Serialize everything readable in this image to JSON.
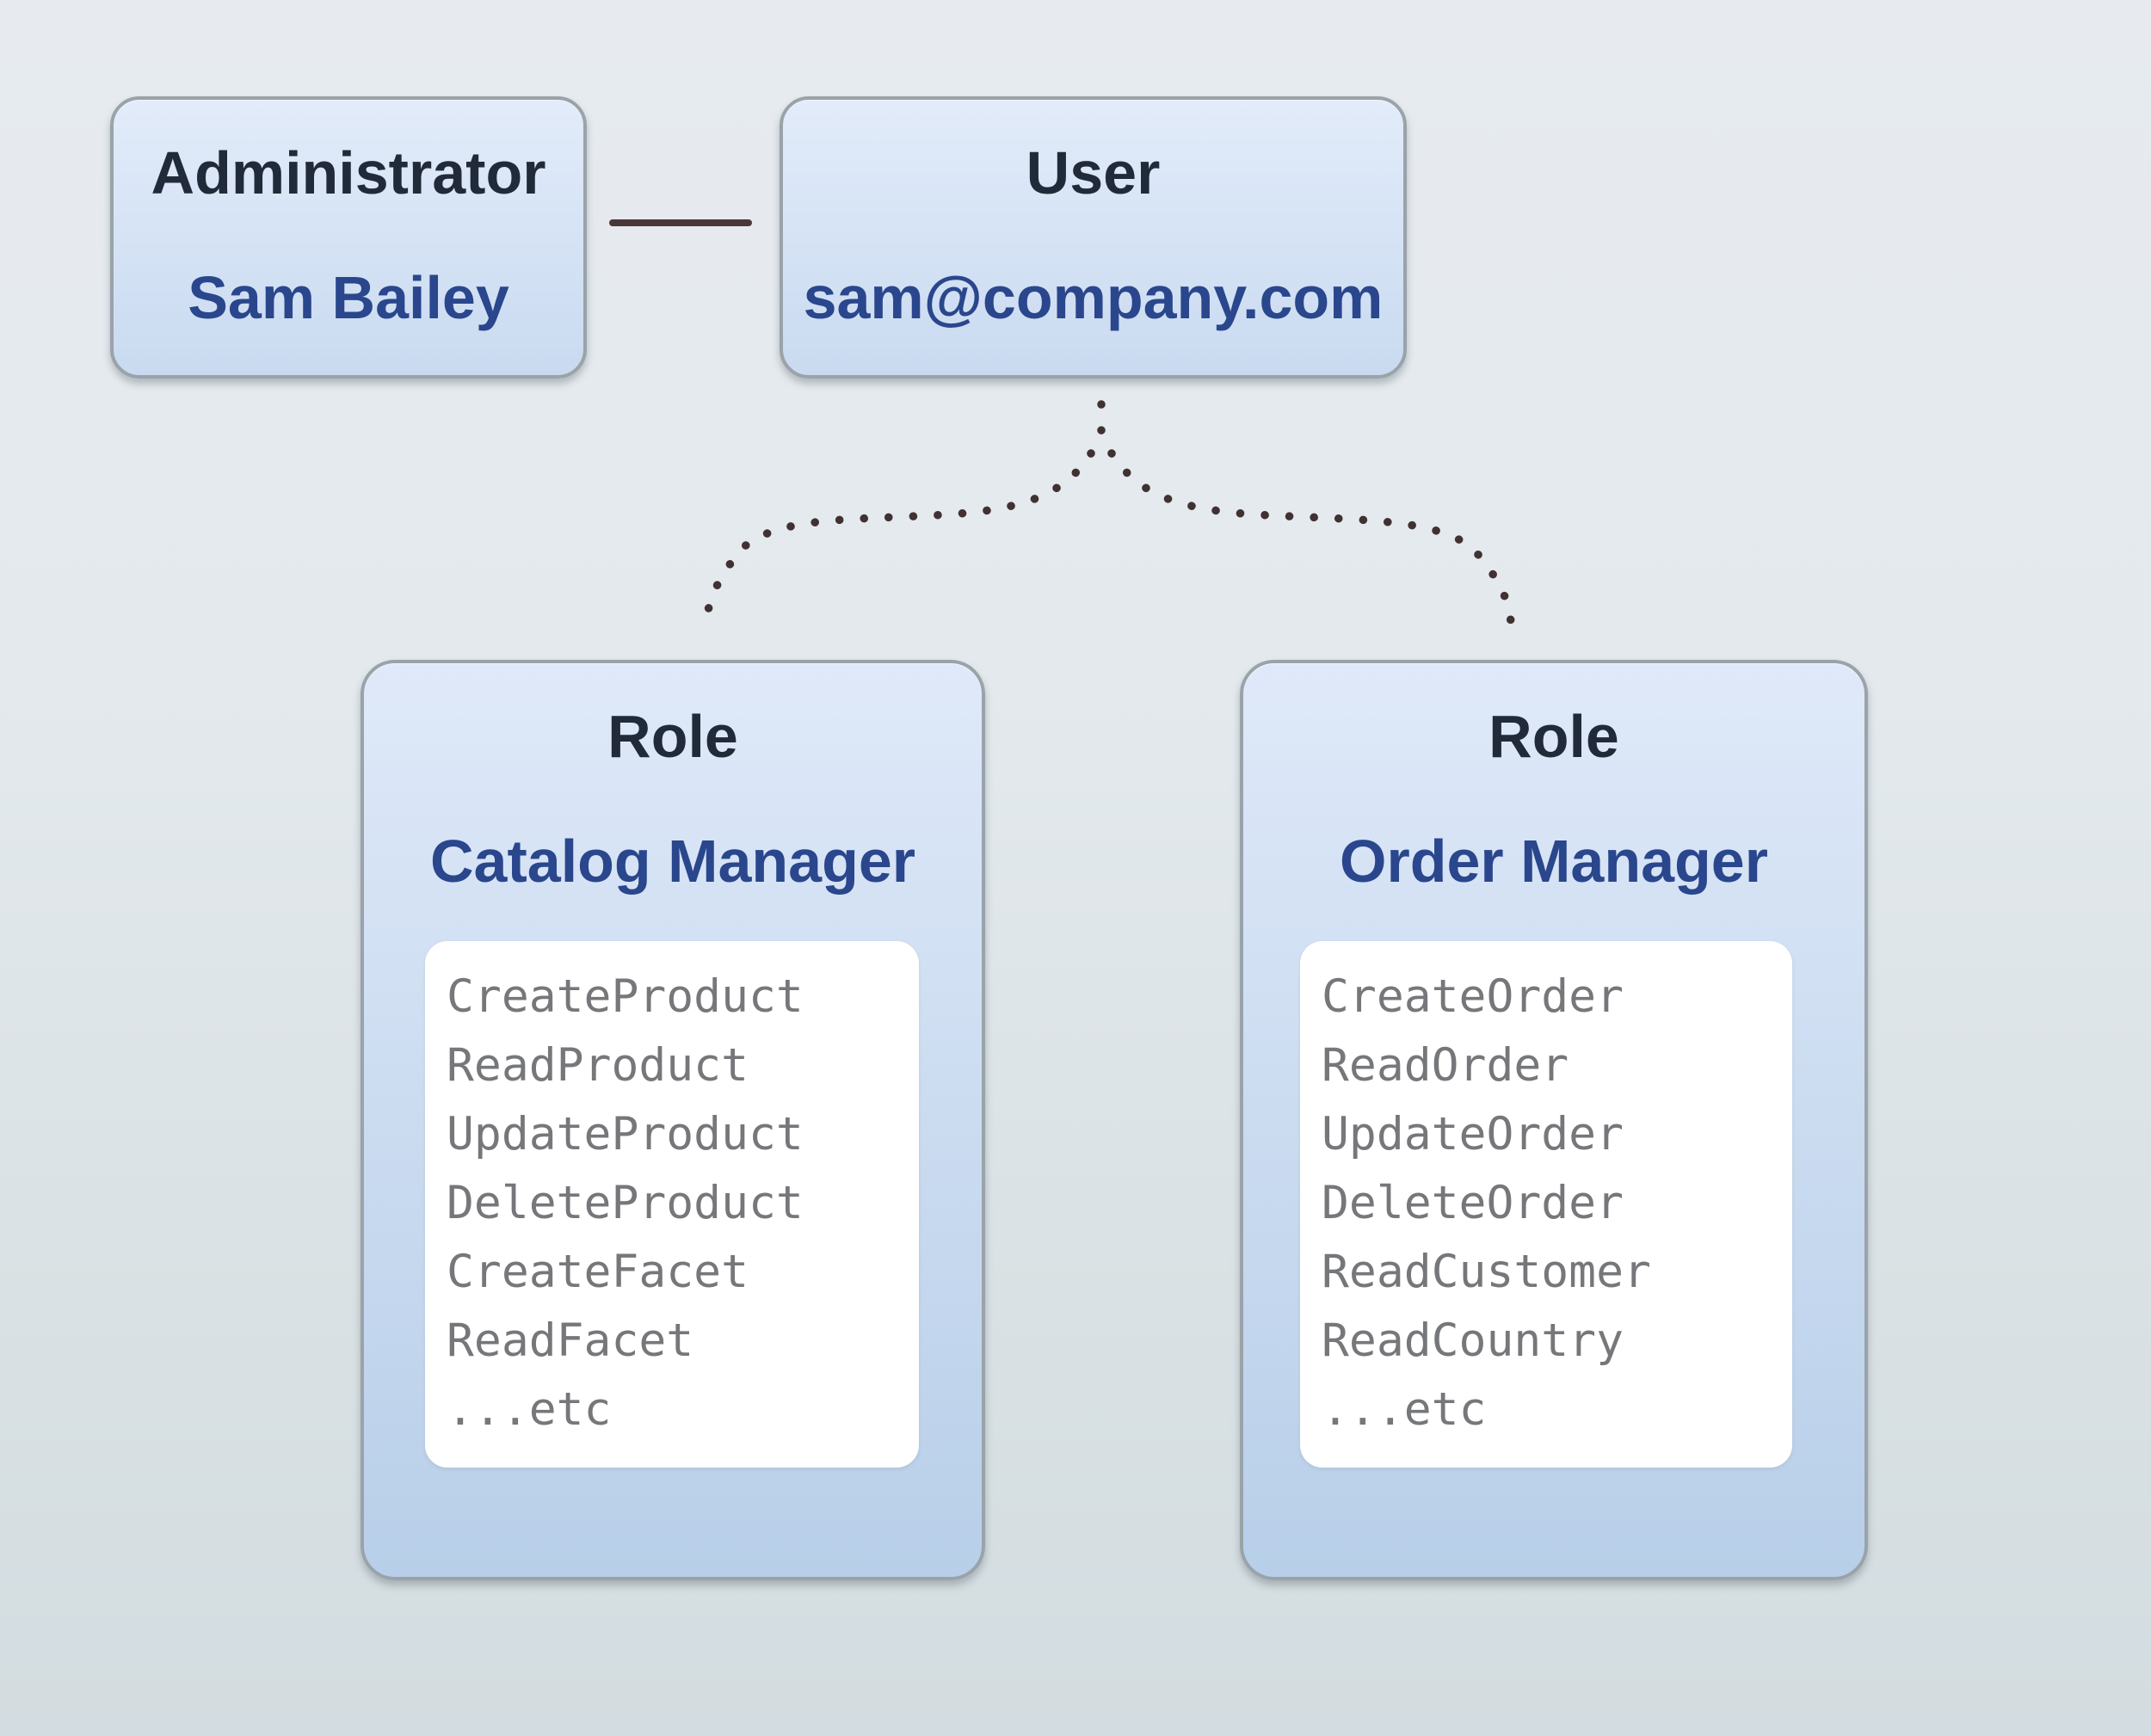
{
  "nodes": {
    "administrator": {
      "title": "Administrator",
      "subtitle": "Sam Bailey"
    },
    "user": {
      "title": "User",
      "subtitle": "sam@company.com"
    },
    "catalog_role": {
      "title": "Role",
      "subtitle": "Catalog Manager",
      "permissions": [
        "CreateProduct",
        "ReadProduct",
        "UpdateProduct",
        "DeleteProduct",
        "CreateFacet",
        "ReadFacet",
        "...etc"
      ]
    },
    "order_role": {
      "title": "Role",
      "subtitle": "Order Manager",
      "permissions": [
        "CreateOrder",
        "ReadOrder",
        "UpdateOrder",
        "DeleteOrder",
        "ReadCustomer",
        "ReadCountry",
        "...etc"
      ]
    }
  },
  "connectors": {
    "admin_to_user": "solid",
    "user_to_catalog_role": "dotted",
    "user_to_order_role": "dotted"
  },
  "colors": {
    "background_top": "#e7ebef",
    "background_bottom": "#d3dce0",
    "node_fill_top": "#e0eafa",
    "node_fill_bottom": "#b8cfe9",
    "node_border": "#99a3a9",
    "node_title_text": "#212a39",
    "node_subtitle_text": "#2a468c",
    "permission_panel_fill": "#ffffff",
    "permission_text": "#76777a",
    "solid_connector": "#4a3838",
    "dotted_connector": "#413132"
  }
}
